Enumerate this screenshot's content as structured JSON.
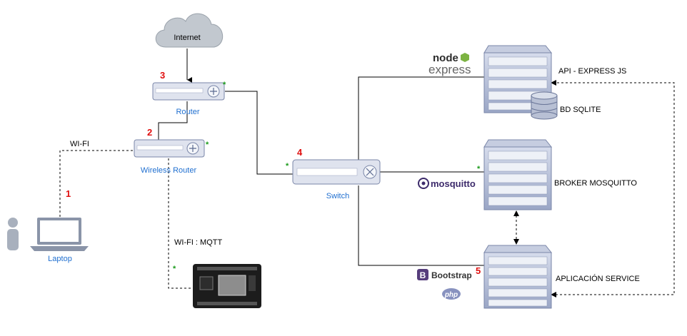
{
  "diagram": {
    "cloud_label": "Internet",
    "devices": {
      "router": "Router",
      "wireless_router": "Wireless Router",
      "switch": "Switch",
      "laptop": "Laptop"
    },
    "servers": {
      "api": "API - EXPRESS JS",
      "db": "BD SQLITE",
      "broker": "BROKER MOSQUITTO",
      "app": "APLICACIÓN SERVICE"
    },
    "links": {
      "wifi": "WI-FI",
      "wifi_mqtt": "WI-FI : MQTT"
    },
    "steps": [
      "1",
      "2",
      "3",
      "4",
      "5"
    ],
    "star": "*",
    "logos": {
      "node": "node",
      "express": "express",
      "mosquitto": "mosquitto",
      "bootstrap": "Bootstrap",
      "php": "php"
    }
  }
}
